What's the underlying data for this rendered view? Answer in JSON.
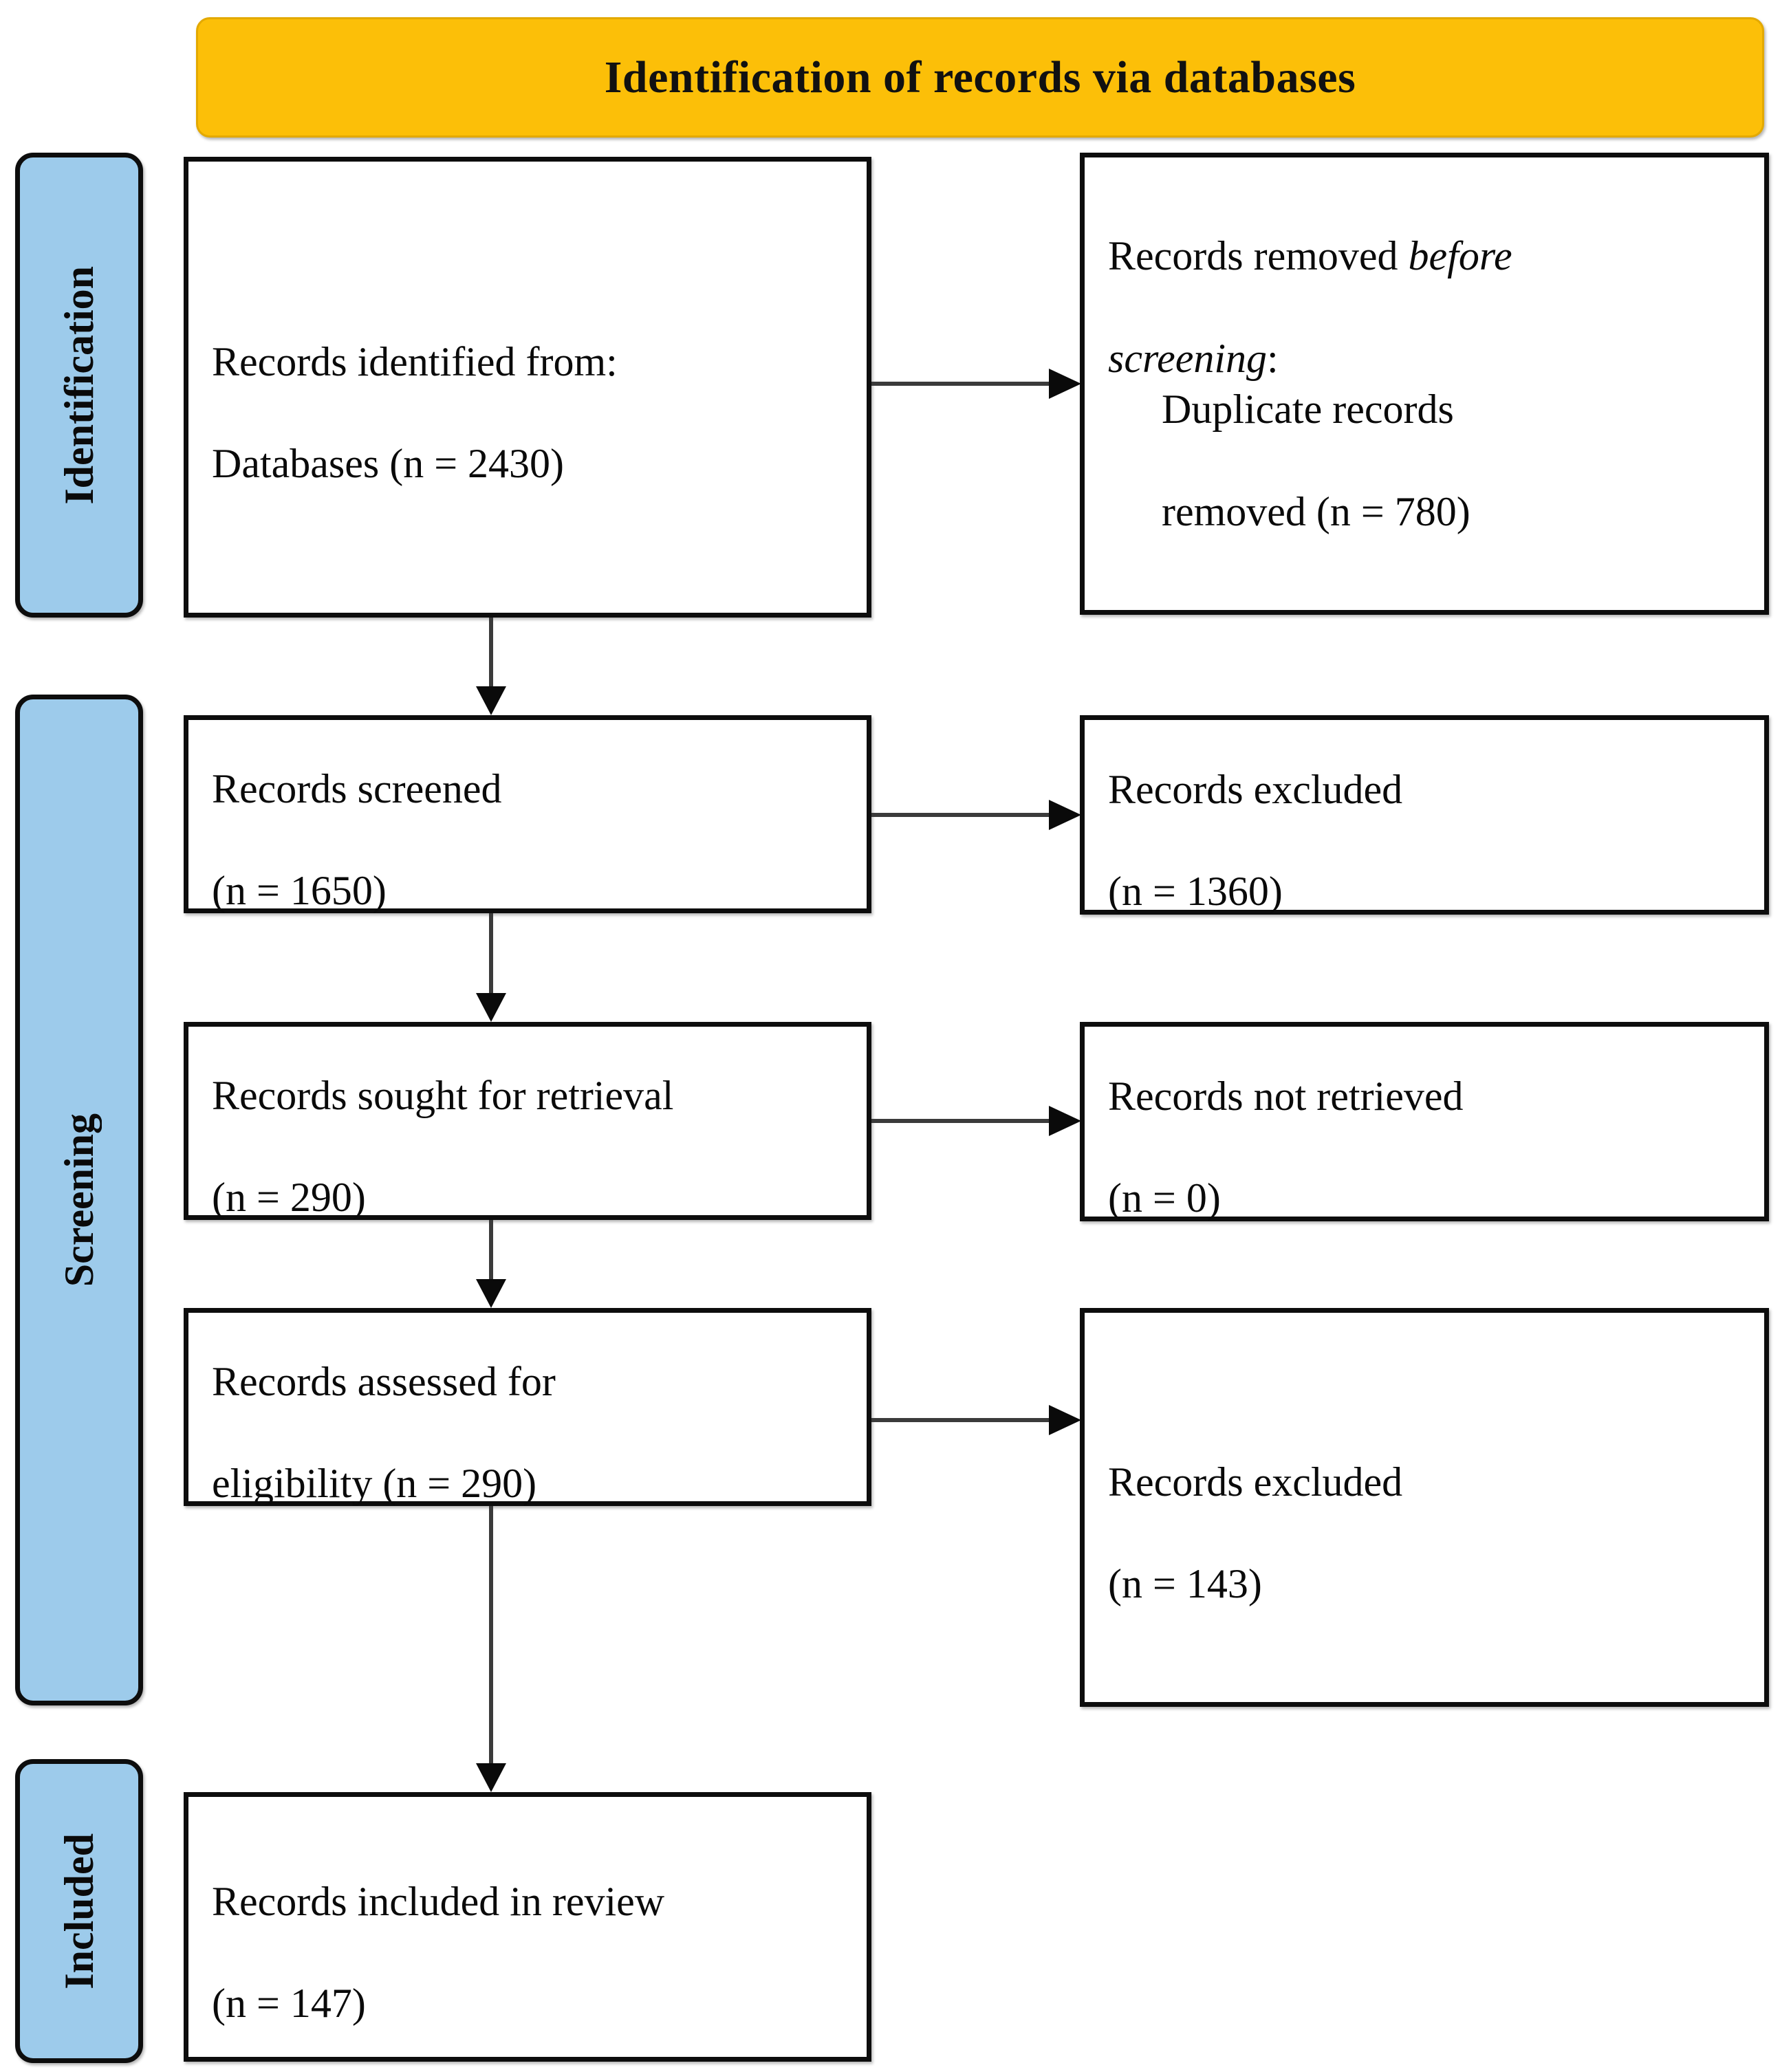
{
  "header": {
    "title": "Identification of records via databases",
    "background_color": "#FCBF08",
    "border_color": "#E3A900"
  },
  "stages": [
    {
      "id": "identification",
      "label": "Identification",
      "background_color": "#9DCBEB"
    },
    {
      "id": "screening",
      "label": "Screening",
      "background_color": "#9DCBEB"
    },
    {
      "id": "included",
      "label": "Included",
      "background_color": "#9DCBEB"
    }
  ],
  "boxes": {
    "identified": {
      "line1": "Records identified from:",
      "line2": "Databases (n = 2430)",
      "count": 2430
    },
    "removed": {
      "line1": "Records removed ",
      "line1_italic": "before",
      "line2_italic": "screening",
      "line2_tail": ":",
      "indent1": "Duplicate records",
      "indent2": "removed (n = 780)",
      "count": 780
    },
    "screened": {
      "line1": "Records screened",
      "line2": "(n = 1650)",
      "count": 1650
    },
    "excluded_screening": {
      "line1": "Records excluded",
      "line2": "(n = 1360)",
      "count": 1360
    },
    "sought": {
      "line1": "Records sought for retrieval",
      "line2": "(n = 290)",
      "count": 290
    },
    "not_retrieved": {
      "line1": "Records not retrieved",
      "line2": "(n = 0)",
      "count": 0
    },
    "assessed": {
      "line1": "Records assessed for",
      "line2": "eligibility (n = 290)",
      "count": 290
    },
    "excluded_eligibility": {
      "line1": "Records excluded",
      "line2": "(n = 143)",
      "count": 143
    },
    "included": {
      "line1": "Records included in review",
      "line2": "(n = 147)",
      "count": 147
    }
  },
  "colors": {
    "box_border": "#0D0D0D",
    "box_fill": "#FFFFFF",
    "arrow_line": "#3B3B3B",
    "arrow_head": "#0A0A0A",
    "text": "#0A0A0A"
  }
}
